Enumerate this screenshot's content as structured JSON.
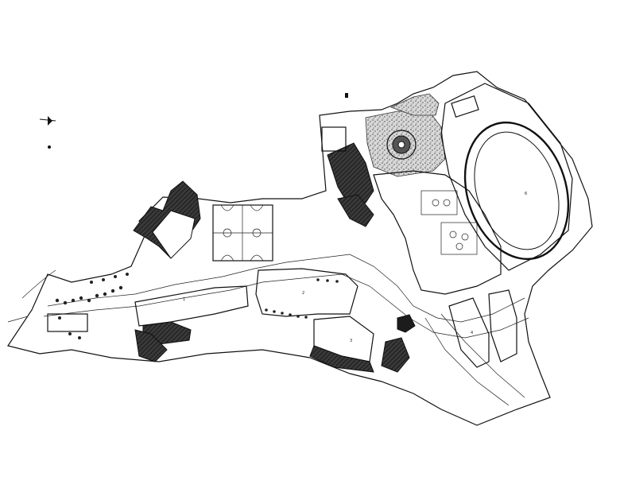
{
  "drawing": {
    "type": "site-plan",
    "stroke_color": "#111111",
    "fill_dark": "#1c1c1c",
    "background": "#ffffff"
  },
  "labels": {
    "building_1": "1",
    "building_2": "2",
    "building_3": "3",
    "building_4": "4",
    "stadium": "6"
  }
}
